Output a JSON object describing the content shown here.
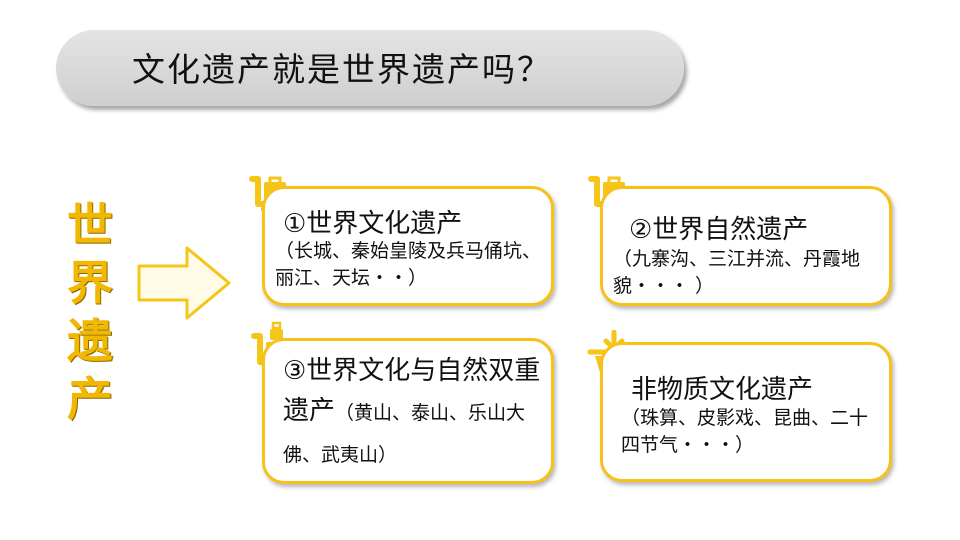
{
  "title": "文化遗产就是世界遗产吗？",
  "side_label": [
    "世",
    "界",
    "遗",
    "产"
  ],
  "cards": [
    {
      "title": "①世界文化遗产",
      "body": "（长城、秦始皇陵及兵马俑坑、丽江、天坛・・）"
    },
    {
      "title": "②世界自然遗产",
      "body": "（九寨沟、三江并流、丹霞地貌・・・ ）"
    },
    {
      "title": "③世界文化与自然双重遗产",
      "body": "（黄山、泰山、乐山大佛、武夷山）"
    },
    {
      "title": "非物质文化遗产",
      "body": "（珠算、皮影戏、昆曲、二十四节气・・・）"
    }
  ],
  "colors": {
    "accent": "#f7c11a",
    "side_text": "#f2b700"
  }
}
